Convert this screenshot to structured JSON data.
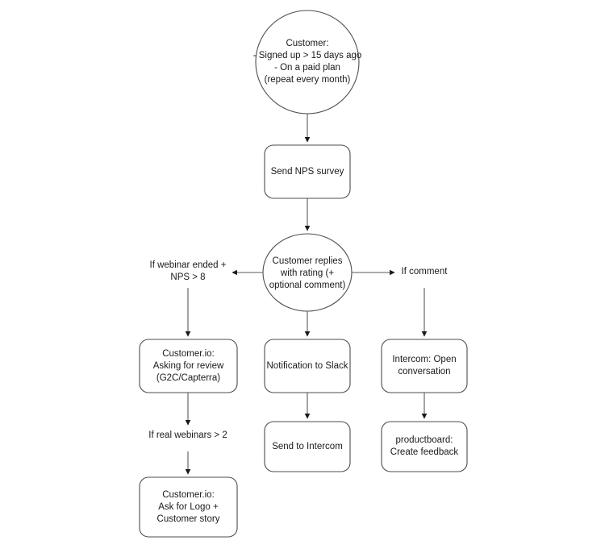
{
  "diagram": {
    "title": "NPS survey customer feedback flow",
    "background_color": "#ffffff",
    "stroke_color": "#4d4d4d",
    "text_color": "#1a1a1a",
    "nodes": [
      {
        "id": "trigger",
        "shape": "circle",
        "label": "Customer:\n- Signed up > 15 days ago\n- On a paid plan\n(repeat every month)"
      },
      {
        "id": "send-nps-survey",
        "shape": "rounded-rectangle",
        "label": "Send NPS survey"
      },
      {
        "id": "customer-replies",
        "shape": "ellipse",
        "label": "Customer replies\nwith rating (+\noptional comment)"
      },
      {
        "id": "customerio-review",
        "shape": "rounded-rectangle",
        "label": "Customer.io:\nAsking for review\n(G2C/Capterra)"
      },
      {
        "id": "notification-slack",
        "shape": "rounded-rectangle",
        "label": "Notification to Slack"
      },
      {
        "id": "intercom-open-conversation",
        "shape": "rounded-rectangle",
        "label": "Intercom: Open\nconversation"
      },
      {
        "id": "send-to-intercom",
        "shape": "rounded-rectangle",
        "label": "Send to Intercom"
      },
      {
        "id": "productboard-feedback",
        "shape": "rounded-rectangle",
        "label": "productboard:\nCreate feedback"
      },
      {
        "id": "customerio-logo-story",
        "shape": "rounded-rectangle",
        "label": "Customer.io:\nAsk for Logo +\nCustomer story"
      }
    ],
    "edge_labels": [
      {
        "id": "webinar-nps",
        "label": "If webinar ended +\nNPS > 8"
      },
      {
        "id": "if-comment",
        "label": "If comment"
      },
      {
        "id": "real-webinars",
        "label": "If real webinars > 2"
      }
    ]
  }
}
